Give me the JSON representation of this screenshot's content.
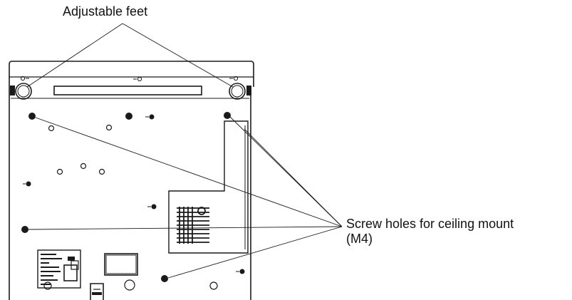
{
  "labels": {
    "adjustable_feet": "Adjustable feet",
    "screw_holes_title": "Screw holes for ceiling mount",
    "screw_holes_size": "(M4)"
  },
  "colors": {
    "line": "#1a1a1a",
    "background": "#ffffff"
  }
}
